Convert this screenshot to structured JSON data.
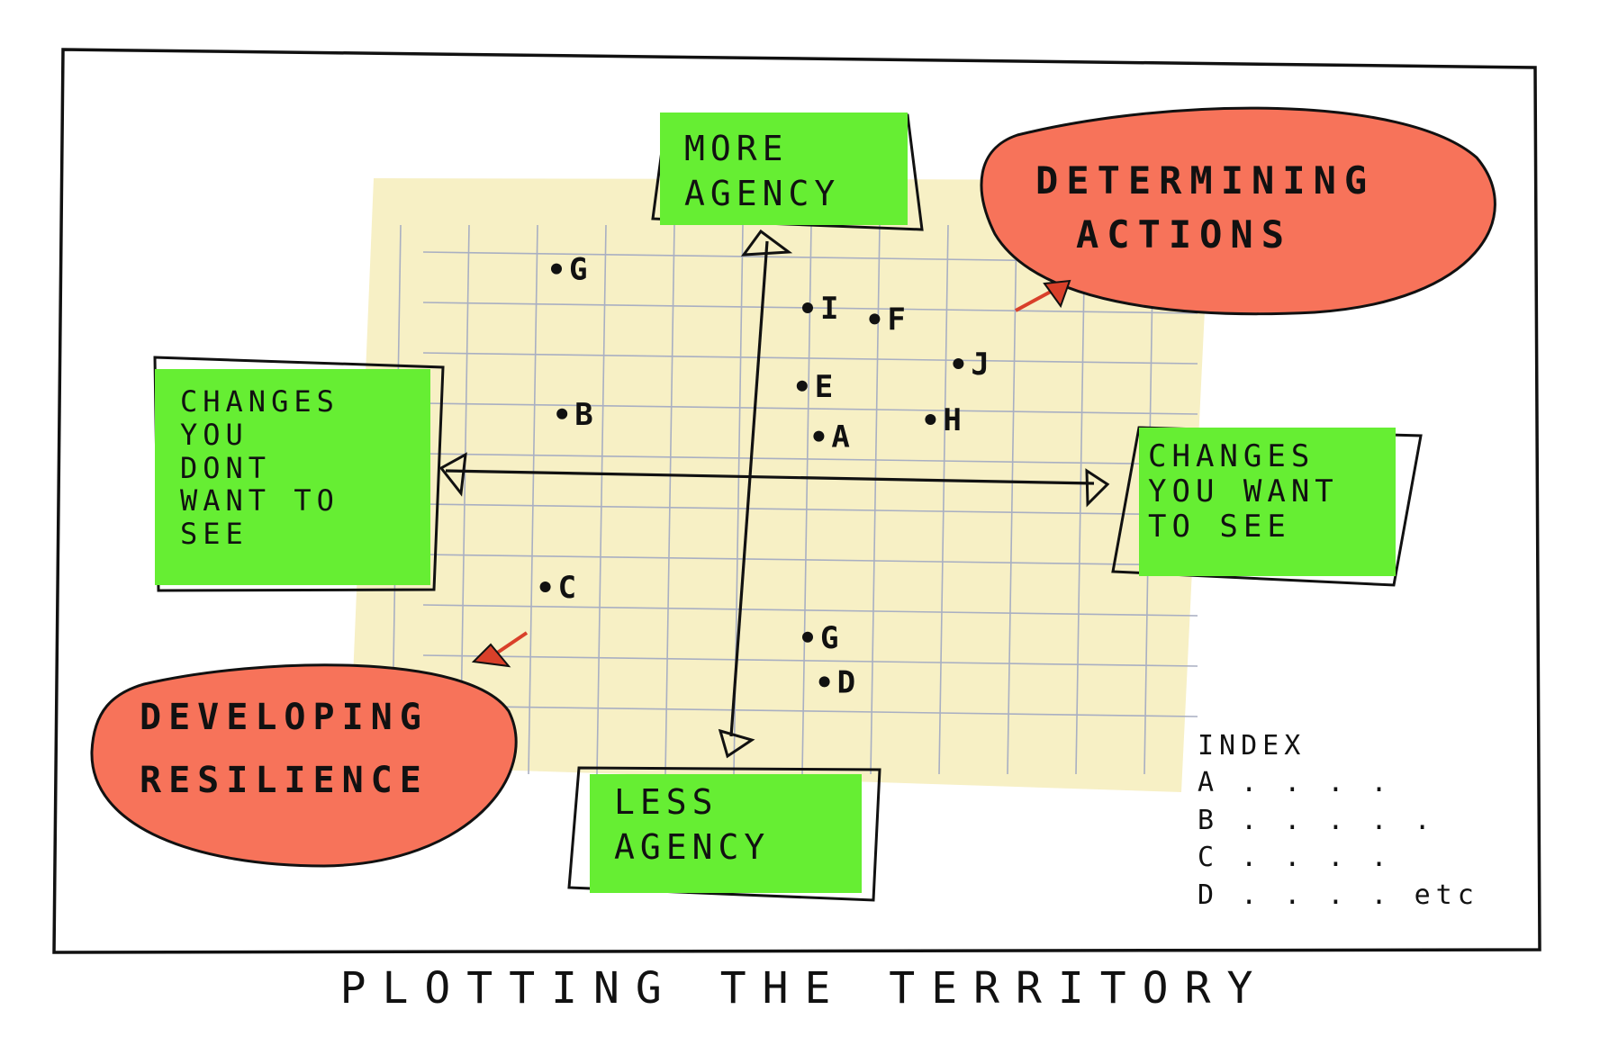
{
  "title": "PLOTTING THE TERRITORY",
  "axes": {
    "top": "MORE\nAGENCY",
    "bottom": "LESS\nAGENCY",
    "left": "CHANGES\nYOU\nDONT\nWANT TO\nSEE",
    "right": "CHANGES\nYOU WANT\nTO SEE"
  },
  "zones": {
    "top_right": "DETERMINING\nACTIONS",
    "bottom_left": "DEVELOPING\nRESILIENCE"
  },
  "points": [
    {
      "label": "G",
      "x": -3.5,
      "y": 3.7
    },
    {
      "label": "I",
      "x": 1.0,
      "y": 3.0
    },
    {
      "label": "F",
      "x": 2.2,
      "y": 2.8
    },
    {
      "label": "J",
      "x": 3.7,
      "y": 2.0
    },
    {
      "label": "E",
      "x": 0.9,
      "y": 1.6
    },
    {
      "label": "H",
      "x": 3.2,
      "y": 1.0
    },
    {
      "label": "B",
      "x": -3.4,
      "y": 1.1
    },
    {
      "label": "A",
      "x": 1.2,
      "y": 0.7
    },
    {
      "label": "C",
      "x": -3.7,
      "y": -2.0
    },
    {
      "label": "G",
      "x": 1.0,
      "y": -2.9
    },
    {
      "label": "D",
      "x": 1.3,
      "y": -3.7
    }
  ],
  "index": {
    "heading": "INDEX",
    "rows": [
      "A . . . .",
      "B . . . . .",
      "C . . . .",
      "D . . . . etc"
    ]
  },
  "colors": {
    "sticky_green": "#66ee33",
    "blob_red": "#f7735a",
    "grid_yellow": "#f7f0c5",
    "grid_line": "#a9afc2",
    "ink": "#111111"
  }
}
